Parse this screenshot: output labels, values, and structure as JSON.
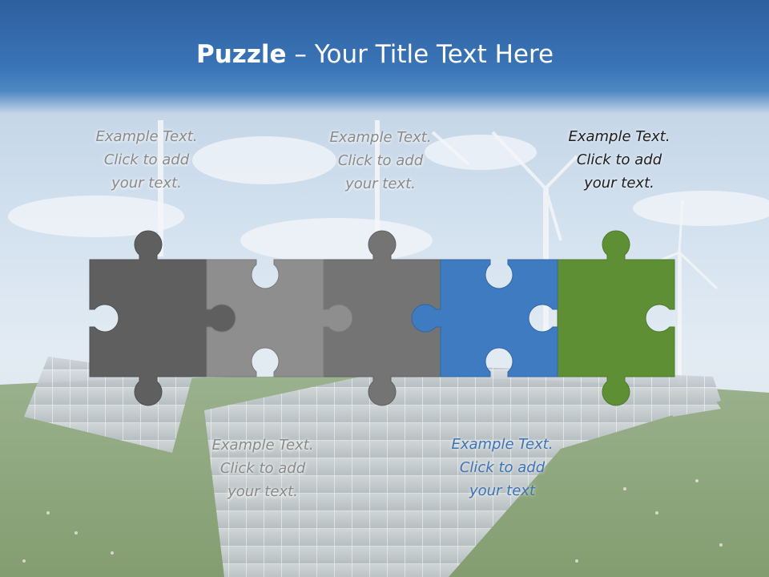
{
  "title": {
    "bold": "Puzzle",
    "rest": " – Your Title Text Here"
  },
  "texts": [
    {
      "label": "Example Text.\nClick  to add\nyour text."
    },
    {
      "label": "Example Text.\nClick  to add\nyour text."
    },
    {
      "label": "Example Text.\nClick  to add\nyour text."
    },
    {
      "label": "Example Text.\nClick  to add\nyour text."
    },
    {
      "label": "Example Text.\nClick  to add\nyour text"
    }
  ],
  "pieces": [
    {
      "name": "dark-gray",
      "color": "#5f5f5f"
    },
    {
      "name": "light-gray",
      "color": "#8e8e8e"
    },
    {
      "name": "mid-gray",
      "color": "#747474"
    },
    {
      "name": "blue",
      "color": "#3e7bc0"
    },
    {
      "name": "green",
      "color": "#5e8f34"
    }
  ],
  "colors": {
    "title_bar": "#3a75b7",
    "sky": "#d4e2ef",
    "grass": "#6f8f52",
    "panel": "#c7ccd1"
  }
}
